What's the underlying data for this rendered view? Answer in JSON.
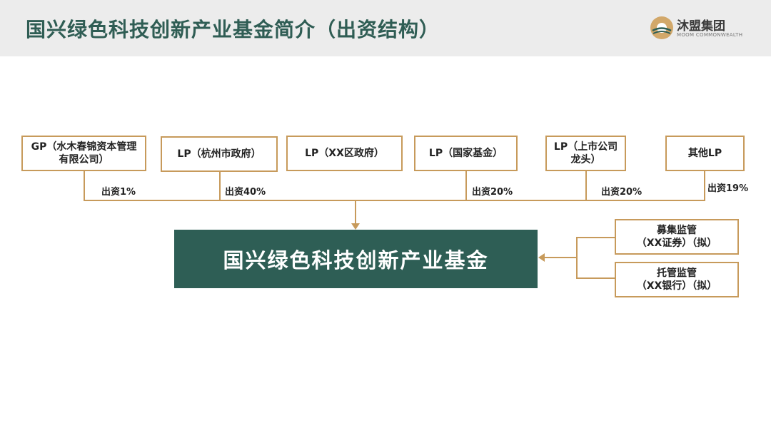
{
  "header": {
    "title": "国兴绿色科技创新产业基金简介（出资结构）",
    "logo_name": "沐盟集团",
    "logo_sub": "MOOM COMMONWEALTH"
  },
  "investors": [
    {
      "label": "GP（水木春锦资本管理有限公司）",
      "share": "出资1%"
    },
    {
      "label": "LP（杭州市政府）",
      "share": "出资40%"
    },
    {
      "label": "LP（XX区政府）",
      "share": ""
    },
    {
      "label": "LP（国家基金）",
      "share": "出资20%"
    },
    {
      "label": "LP（上市公司龙头）",
      "share": "出资20%"
    },
    {
      "label": "其他LP",
      "share": "出资19%"
    }
  ],
  "fund": {
    "name": "国兴绿色科技创新产业基金"
  },
  "supervision": [
    {
      "line1": "募集监管",
      "line2": "（XX证券）（拟）"
    },
    {
      "line1": "托管监管",
      "line2": "（XX银行）（拟）"
    }
  ],
  "colors": {
    "accent": "#c79a5b",
    "fund_bg": "#2e5e55",
    "title": "#2f5d54",
    "header_bg": "#ececec"
  }
}
